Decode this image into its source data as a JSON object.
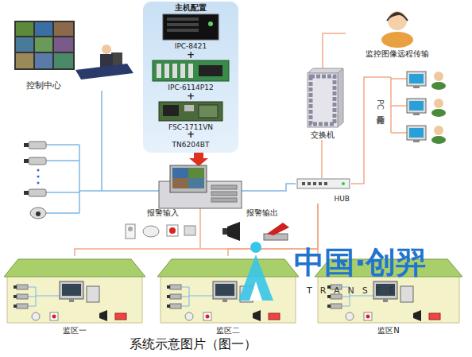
{
  "diagram": {
    "caption": "系统示意图片（图一）",
    "nodes": [
      {
        "text": [
          "控制中心"
        ]
      },
      {
        "text": [
          "主机配置"
        ]
      },
      {
        "text": [
          "IPC-8421"
        ],
        "in": 1
      },
      {
        "text": [
          "IPC-6114P12"
        ],
        "in": 1
      },
      {
        "text": [
          "FSC-1711VN"
        ],
        "in": 1
      },
      {
        "text": [
          "TN6204BT"
        ],
        "in": 1
      },
      {
        "text": [
          "监控图像远程传输"
        ]
      },
      {
        "text": [
          "交换机"
        ]
      },
      {
        "text": [
          "PC工作站分控"
        ]
      },
      {
        "text": [
          "HUB"
        ]
      },
      {
        "text": [
          "报警输入"
        ]
      },
      {
        "text": [
          "报警输出"
        ]
      },
      {
        "text": [
          "监区一"
        ]
      },
      {
        "text": [
          "监区二"
        ]
      },
      {
        "text": [
          "监区N"
        ]
      }
    ],
    "edges": [
      {
        "from": 0,
        "to": 9,
        "arrow": "none"
      },
      {
        "from": 9,
        "to": 7,
        "arrow": "none"
      },
      {
        "from": 7,
        "to": 6,
        "arrow": "none"
      },
      {
        "from": 9,
        "to": 8,
        "arrow": "none"
      },
      {
        "from": 9,
        "to": 12,
        "arrow": "none"
      },
      {
        "from": 9,
        "to": 13,
        "arrow": "none"
      },
      {
        "from": 9,
        "to": 14,
        "arrow": "none"
      }
    ],
    "labels": [
      "+",
      "+",
      "+",
      "中国·创羿",
      "TRANSEE"
    ]
  }
}
